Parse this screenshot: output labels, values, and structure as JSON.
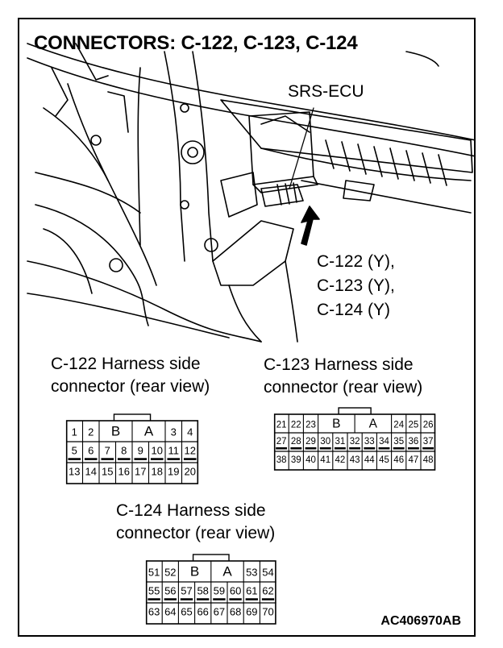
{
  "title": "CONNECTORS: C-122, C-123, C-124",
  "srs_label": "SRS-ECU",
  "connector_colors": [
    "C-122 (Y),",
    "C-123 (Y),",
    "C-124 (Y)"
  ],
  "c122": {
    "caption_line1": "C-122 Harness side",
    "caption_line2": "connector (rear view)",
    "top_pins": [
      "1",
      "2",
      "B",
      "A",
      "3",
      "4"
    ],
    "mid_pins": [
      "5",
      "6",
      "7",
      "8",
      "9",
      "10",
      "11",
      "12"
    ],
    "bottom_pins": [
      "13",
      "14",
      "15",
      "16",
      "17",
      "18",
      "19",
      "20"
    ]
  },
  "c123": {
    "caption_line1": "C-123 Harness side",
    "caption_line2": "connector (rear view)",
    "top_pins": [
      "21",
      "22",
      "23",
      "B",
      "A",
      "24",
      "25",
      "26"
    ],
    "mid_pins": [
      "27",
      "28",
      "29",
      "30",
      "31",
      "32",
      "33",
      "34",
      "35",
      "36",
      "37"
    ],
    "bottom_pins": [
      "38",
      "39",
      "40",
      "41",
      "42",
      "43",
      "44",
      "45",
      "46",
      "47",
      "48"
    ]
  },
  "c124": {
    "caption_line1": "C-124 Harness side",
    "caption_line2": "connector (rear view)",
    "top_pins": [
      "51",
      "52",
      "B",
      "A",
      "53",
      "54"
    ],
    "mid_pins": [
      "55",
      "56",
      "57",
      "58",
      "59",
      "60",
      "61",
      "62"
    ],
    "bottom_pins": [
      "63",
      "64",
      "65",
      "66",
      "67",
      "68",
      "69",
      "70"
    ]
  },
  "figure_code": "AC406970AB"
}
